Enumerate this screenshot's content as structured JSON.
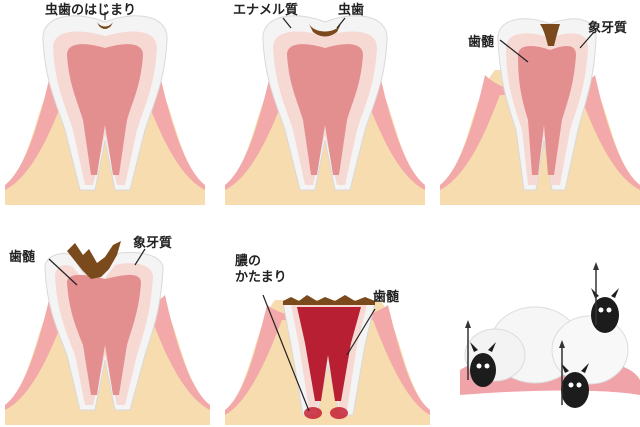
{
  "labels": {
    "p1_caries_start": "虫歯のはじまり",
    "p2_enamel": "エナメル質",
    "p2_caries": "虫歯",
    "p3_pulp": "歯髄",
    "p3_dentin": "象牙質",
    "p4_pulp": "歯髄",
    "p4_dentin": "象牙質",
    "p5_pus_line1": "膿の",
    "p5_pus_line2": "かたまり",
    "p5_pulp": "歯髄"
  },
  "colors": {
    "gum": "#f3a9a9",
    "bone": "#f6dcae",
    "enamel": "#f4f4f4",
    "dentin": "#f7d9d4",
    "pulp": "#e48f8f",
    "decay": "#7a4a1d",
    "pus": "#c52034"
  }
}
